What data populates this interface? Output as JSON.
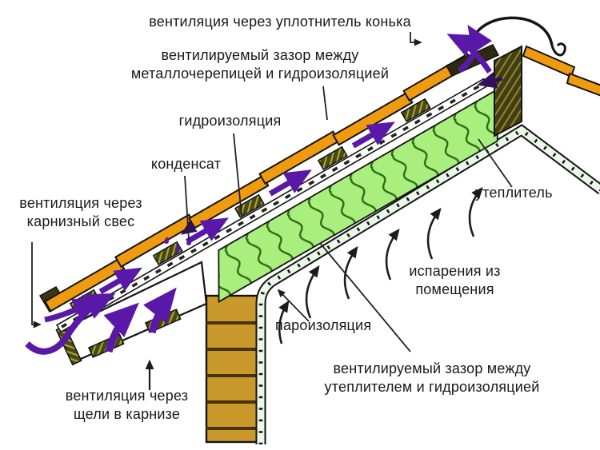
{
  "diagram": {
    "title": "roof-ventilation-scheme",
    "labels": {
      "ridge_vent": "вентиляция через уплотнитель конька",
      "gap_tile_1": "вентилируемый зазор между",
      "gap_tile_2": "металлочерепицей и гидроизоляцией",
      "waterproofing": "гидроизоляция",
      "condensate": "конденсат",
      "eaves_vent_1": "вентиляция через",
      "eaves_vent_2": "карнизный свес",
      "insulation": "утеплитель",
      "vapors_1": "испарения из",
      "vapors_2": "помещения",
      "vapor_barrier": "пароизоляция",
      "gap_insul_1": "вентилируемый зазор между",
      "gap_insul_2": "утеплителем и гидроизоляцией",
      "cornice_vent_1": "вентиляция через",
      "cornice_vent_2": "щели в карнизе"
    },
    "colors": {
      "background": "#ffffff",
      "text": "#191919",
      "outline": "#141414",
      "tile": "#f09a10",
      "insulation": "#a9ef7d",
      "insulation_line": "#2c6b15",
      "membrane": "#eaf8e8",
      "wall": "#c9992b",
      "wall_line": "#4a3208",
      "batten": "#4b4712",
      "batten_line": "#a8a63e",
      "purple": "#5a18a8",
      "purple_dark": "#32105e"
    }
  }
}
